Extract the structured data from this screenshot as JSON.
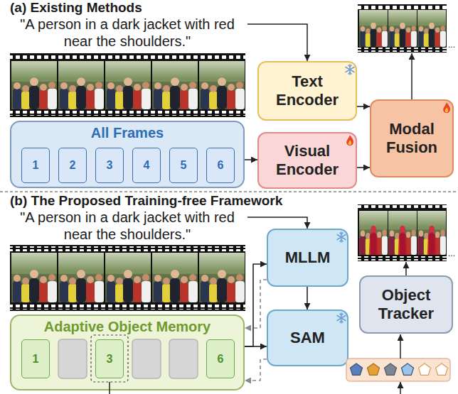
{
  "diagram": {
    "nodes": [
      {
        "text": [
          "Text Encoder"
        ]
      },
      {
        "text": [
          "All Frames"
        ]
      },
      {
        "text": [
          "1"
        ],
        "in": 1
      },
      {
        "text": [
          "2"
        ],
        "in": 1
      },
      {
        "text": [
          "3"
        ],
        "in": 1
      },
      {
        "text": [
          "4"
        ],
        "in": 1
      },
      {
        "text": [
          "5"
        ],
        "in": 1
      },
      {
        "text": [
          "6"
        ],
        "in": 1
      },
      {
        "text": [
          "Visual Encoder"
        ]
      },
      {
        "text": [
          "Modal Fusion"
        ]
      },
      {
        "text": [
          "MLLM"
        ]
      },
      {
        "text": [
          "Adaptive Object Memory"
        ]
      },
      {
        "text": [
          "1"
        ],
        "in": 11
      },
      {
        "text": [
          "3"
        ],
        "in": 11
      },
      {
        "text": [
          "6"
        ],
        "in": 11
      },
      {
        "text": [
          "SAM"
        ]
      },
      {
        "text": [
          "Object Tracker"
        ]
      }
    ],
    "edges": [
      {
        "from": 0,
        "to": 9,
        "arrow": "to"
      },
      {
        "from": 1,
        "to": 8,
        "arrow": "to"
      },
      {
        "from": 8,
        "to": 9,
        "arrow": "to"
      },
      {
        "from": 11,
        "to": 10,
        "arrow": "to"
      },
      {
        "from": 11,
        "to": 15,
        "arrow": "to"
      },
      {
        "from": 10,
        "to": 15,
        "arrow": "to"
      },
      {
        "from": 10,
        "to": 11,
        "arrow": "to"
      },
      {
        "from": 15,
        "to": 11,
        "arrow": "to"
      }
    ],
    "labels": [
      "(a) Existing Methods",
      "\"A person in a dark jacket with red near the shoulders.\"",
      "...",
      "(b) The Proposed Training-free Framework",
      "\"A person in a dark jacket with red near the shoulders.\"",
      "..."
    ]
  }
}
